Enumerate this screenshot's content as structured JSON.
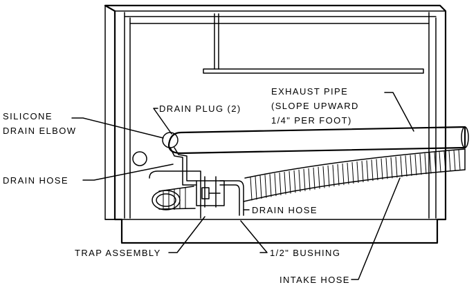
{
  "labels": {
    "exhaust_pipe": [
      "EXHAUST PIPE",
      "(SLOPE UPWARD",
      "1/4\" PER FOOT)"
    ],
    "silicone_drain_elbow": [
      "SILICONE",
      "DRAIN ELBOW"
    ],
    "drain_plug": "DRAIN PLUG (2)",
    "drain_hose_left": "DRAIN HOSE",
    "drain_hose_right": "DRAIN HOSE",
    "trap_assembly": "TRAP ASSEMBLY",
    "bushing": "1/2\" BUSHING",
    "intake_hose": "INTAKE HOSE"
  }
}
